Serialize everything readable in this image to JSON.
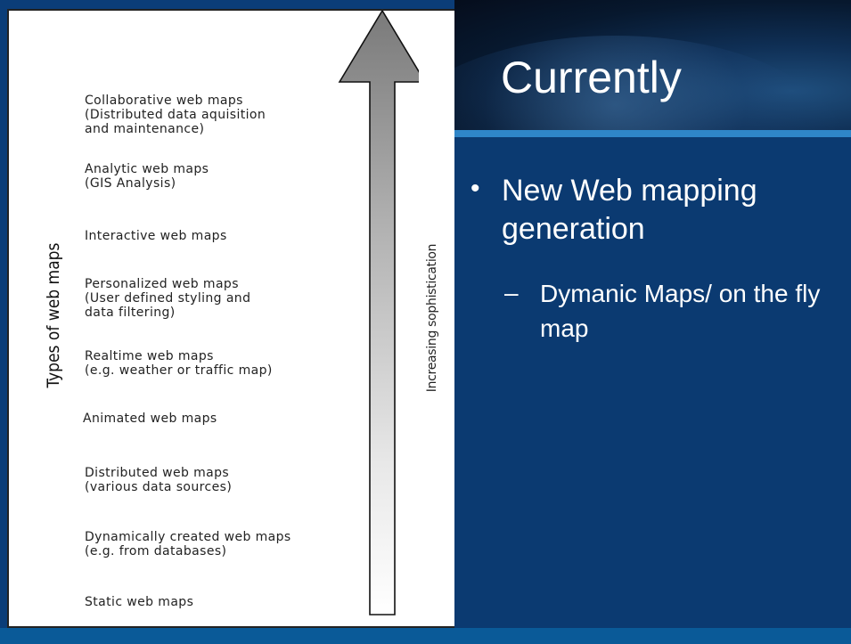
{
  "diagram": {
    "vertical_axis_label": "Types of web maps",
    "arrow_label": "Increasing sophistication",
    "map_types": [
      {
        "text": "Collaborative web maps\n(Distributed data aquisition\nand maintenance)"
      },
      {
        "text": "Analytic web maps\n(GIS Analysis)"
      },
      {
        "text": "Interactive web maps"
      },
      {
        "text": "Personalized web maps\n(User defined styling and\ndata filtering)"
      },
      {
        "text": "Realtime web maps\n(e.g. weather or traffic map)"
      },
      {
        "text": "Animated web maps"
      },
      {
        "text": "Distributed web maps\n(various data sources)"
      },
      {
        "text": "Dynamically created web maps\n(e.g. from databases)"
      },
      {
        "text": "Static web maps"
      }
    ]
  },
  "slide": {
    "title": "Currently",
    "bullet_symbol": "•",
    "bullet": "New Web mapping generation",
    "sub_symbol": "–",
    "sub_bullet": "Dymanic Maps/ on the fly map"
  },
  "colors": {
    "panel_blue": "#0b3a71",
    "rule_blue": "#2f86c8",
    "footer_blue": "#0a5a98"
  }
}
